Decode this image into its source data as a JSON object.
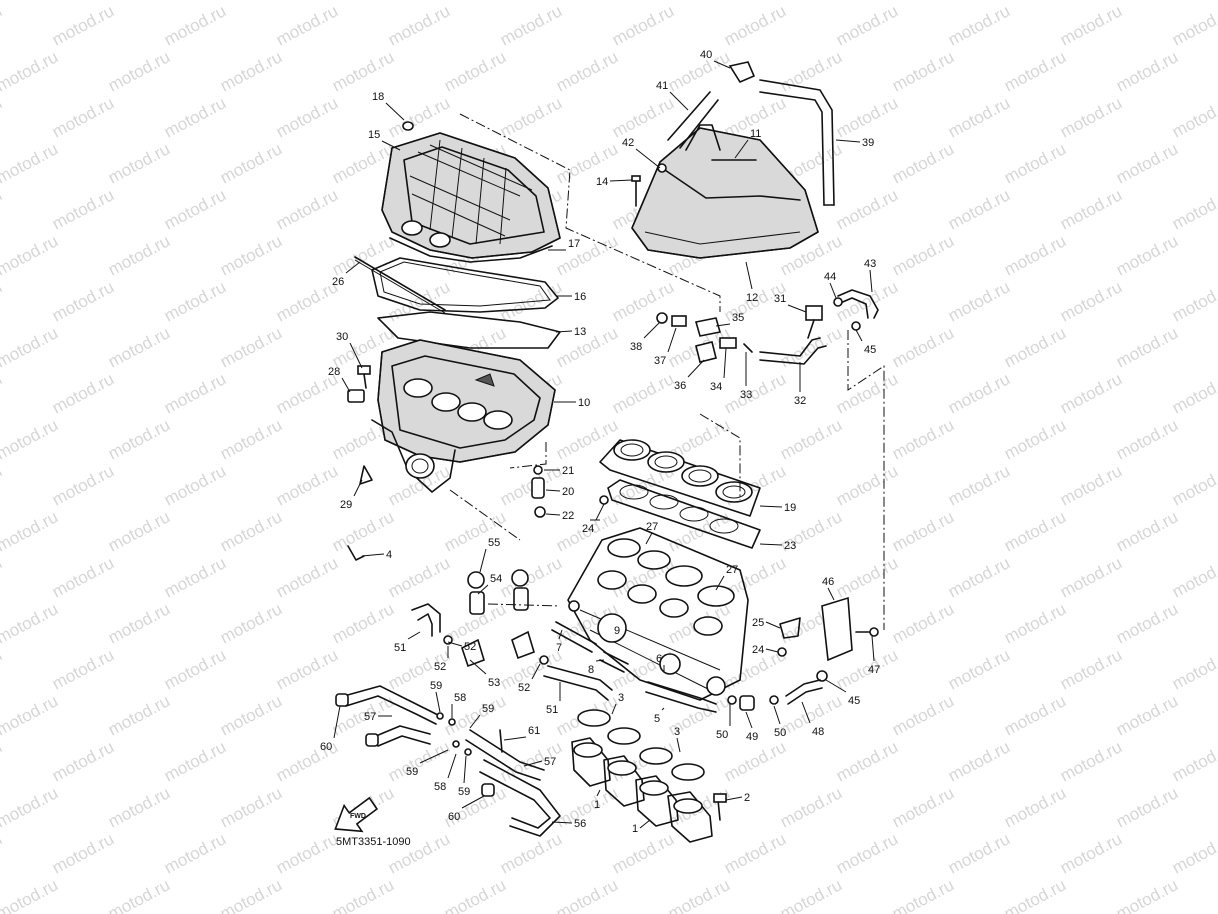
{
  "watermark": "motod.ru",
  "diagram_code": "5MT3351-1090",
  "fwd_label": "FWD",
  "callouts": [
    {
      "id": "c40",
      "text": "40"
    },
    {
      "id": "c41",
      "text": "41"
    },
    {
      "id": "c39",
      "text": "39"
    },
    {
      "id": "c11",
      "text": "11"
    },
    {
      "id": "c42",
      "text": "42"
    },
    {
      "id": "c14",
      "text": "14"
    },
    {
      "id": "c18",
      "text": "18"
    },
    {
      "id": "c15",
      "text": "15"
    },
    {
      "id": "c17",
      "text": "17"
    },
    {
      "id": "c26",
      "text": "26"
    },
    {
      "id": "c16",
      "text": "16"
    },
    {
      "id": "c13",
      "text": "13"
    },
    {
      "id": "c12",
      "text": "12"
    },
    {
      "id": "c31",
      "text": "31"
    },
    {
      "id": "c44",
      "text": "44"
    },
    {
      "id": "c43",
      "text": "43"
    },
    {
      "id": "c35",
      "text": "35"
    },
    {
      "id": "c38",
      "text": "38"
    },
    {
      "id": "c37",
      "text": "37"
    },
    {
      "id": "c45a",
      "text": "45"
    },
    {
      "id": "c30",
      "text": "30"
    },
    {
      "id": "c28",
      "text": "28"
    },
    {
      "id": "c36",
      "text": "36"
    },
    {
      "id": "c34",
      "text": "34"
    },
    {
      "id": "c33",
      "text": "33"
    },
    {
      "id": "c32",
      "text": "32"
    },
    {
      "id": "c10",
      "text": "10"
    },
    {
      "id": "c21",
      "text": "21"
    },
    {
      "id": "c20",
      "text": "20"
    },
    {
      "id": "c29",
      "text": "29"
    },
    {
      "id": "c22",
      "text": "22"
    },
    {
      "id": "c24a",
      "text": "24"
    },
    {
      "id": "c19",
      "text": "19"
    },
    {
      "id": "c27a",
      "text": "27"
    },
    {
      "id": "c23",
      "text": "23"
    },
    {
      "id": "c4",
      "text": "4"
    },
    {
      "id": "c55",
      "text": "55"
    },
    {
      "id": "c54",
      "text": "54"
    },
    {
      "id": "c27b",
      "text": "27"
    },
    {
      "id": "c46",
      "text": "46"
    },
    {
      "id": "c9",
      "text": "9"
    },
    {
      "id": "c25",
      "text": "25"
    },
    {
      "id": "c51a",
      "text": "51"
    },
    {
      "id": "c52a",
      "text": "52"
    },
    {
      "id": "c7",
      "text": "7"
    },
    {
      "id": "c24b",
      "text": "24"
    },
    {
      "id": "c47",
      "text": "47"
    },
    {
      "id": "c6",
      "text": "6"
    },
    {
      "id": "c8",
      "text": "8"
    },
    {
      "id": "c52b",
      "text": "52"
    },
    {
      "id": "c53",
      "text": "53"
    },
    {
      "id": "c52c",
      "text": "52"
    },
    {
      "id": "c51b",
      "text": "51"
    },
    {
      "id": "c45b",
      "text": "45"
    },
    {
      "id": "c59a",
      "text": "59"
    },
    {
      "id": "c58a",
      "text": "58"
    },
    {
      "id": "c3a",
      "text": "3"
    },
    {
      "id": "c5",
      "text": "5"
    },
    {
      "id": "c59b",
      "text": "59"
    },
    {
      "id": "c57a",
      "text": "57"
    },
    {
      "id": "c50a",
      "text": "50"
    },
    {
      "id": "c49",
      "text": "49"
    },
    {
      "id": "c50b",
      "text": "50"
    },
    {
      "id": "c48",
      "text": "48"
    },
    {
      "id": "c61",
      "text": "61"
    },
    {
      "id": "c3b",
      "text": "3"
    },
    {
      "id": "c60a",
      "text": "60"
    },
    {
      "id": "c59c",
      "text": "59"
    },
    {
      "id": "c57b",
      "text": "57"
    },
    {
      "id": "c58b",
      "text": "58"
    },
    {
      "id": "c59d",
      "text": "59"
    },
    {
      "id": "c2",
      "text": "2"
    },
    {
      "id": "c1a",
      "text": "1"
    },
    {
      "id": "c60b",
      "text": "60"
    },
    {
      "id": "c56",
      "text": "56"
    },
    {
      "id": "c1b",
      "text": "1"
    }
  ]
}
